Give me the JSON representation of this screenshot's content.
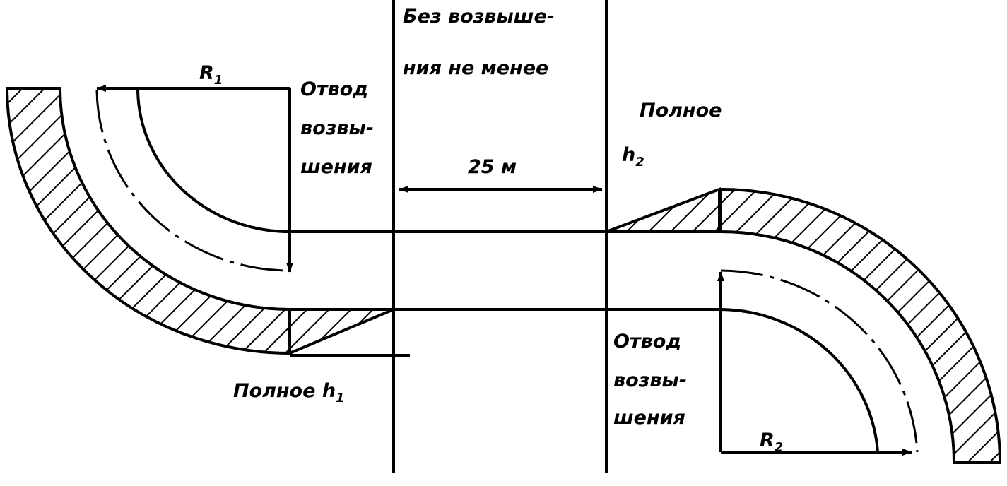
{
  "labels": {
    "r1": "R",
    "r1_sub": "1",
    "r2": "R",
    "r2_sub": "2",
    "left_transition": [
      "Отвод",
      "возвы-",
      "шения"
    ],
    "no_superelevation": [
      "Без возвыше-",
      "ния не менее"
    ],
    "full_h2": "Полное",
    "h2": "h",
    "h2_sub": "2",
    "distance": "25 м",
    "right_transition": [
      "Отвод",
      "возвы-",
      "шения"
    ],
    "full_h1": "Полное h",
    "h1_sub": "1"
  },
  "colors": {
    "ink": "#000000",
    "paper": "#ffffff"
  }
}
